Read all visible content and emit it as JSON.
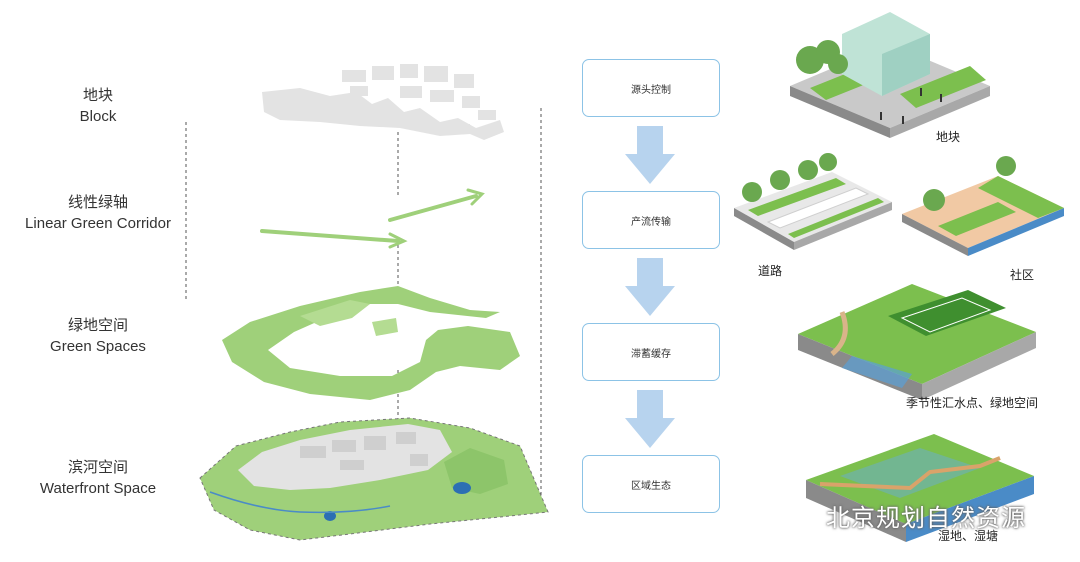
{
  "layers": [
    {
      "zh": "地块",
      "en": "Block"
    },
    {
      "zh": "线性绿轴",
      "en": "Linear Green Corridor"
    },
    {
      "zh": "绿地空间",
      "en": "Green Spaces"
    },
    {
      "zh": "滨河空间",
      "en": "Waterfront Space"
    }
  ],
  "flow": [
    "源头控制",
    "产流传输",
    "滞蓄缓存",
    "区域生态"
  ],
  "captions": {
    "block": "地块",
    "road": "道路",
    "community": "社区",
    "seasonal": "季节性汇水点、绿地空间",
    "wetland": "湿地、湿塘"
  },
  "watermark": "北京规划自然资源",
  "colors": {
    "green": "#9fd07a",
    "grey_block": "#e3e3e3",
    "box_border": "#8cc3e6",
    "arrow": "#b7d3ee"
  }
}
